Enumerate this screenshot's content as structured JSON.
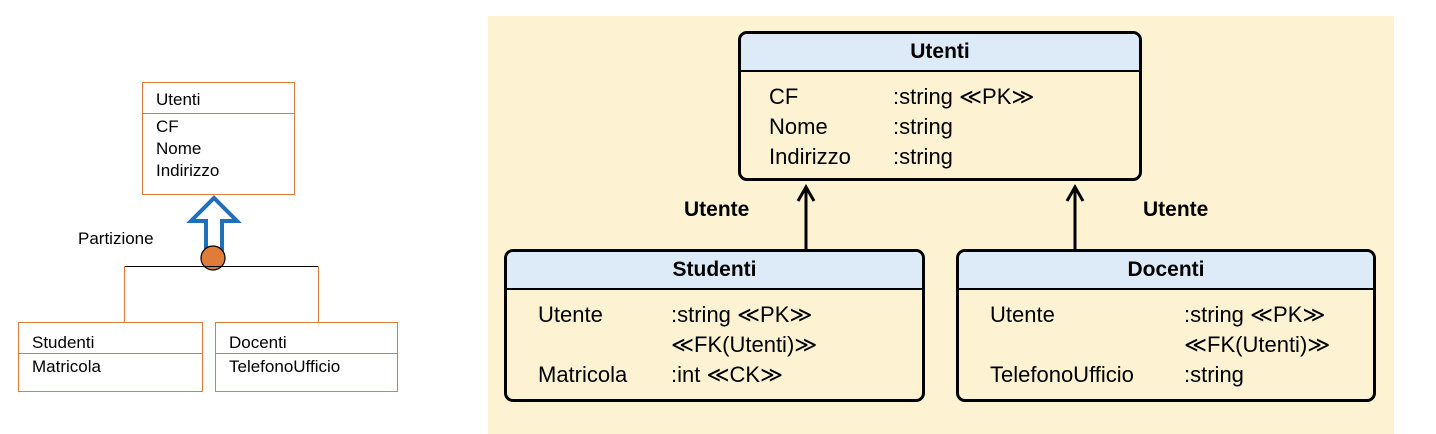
{
  "conceptual": {
    "parent": {
      "title": "Utenti",
      "attributes": [
        "CF",
        "Nome",
        "Indirizzo"
      ]
    },
    "generalization_label": "Partizione",
    "children": [
      {
        "title": "Studenti",
        "attributes": [
          "Matricola"
        ]
      },
      {
        "title": "Docenti",
        "attributes": [
          "TelefonoUfficio"
        ]
      }
    ],
    "colors": {
      "box_border": "#e07b39",
      "arrow": "#1f6fbf",
      "dot": "#e07b39"
    }
  },
  "logical": {
    "colors": {
      "panel_bg": "#fdf3d3",
      "header_bg": "#dcebf7"
    },
    "parent": {
      "title": "Utenti",
      "rows": [
        {
          "name": "CF",
          "type": ":string ≪PK≫"
        },
        {
          "name": "Nome",
          "type": ":string"
        },
        {
          "name": "Indirizzo",
          "type": ":string"
        }
      ]
    },
    "left_child": {
      "title": "Studenti",
      "role": "Utente",
      "rows": [
        {
          "name": "Utente",
          "type": ":string ≪PK≫"
        },
        {
          "name": "",
          "type": "≪FK(Utenti)≫"
        },
        {
          "name": "Matricola",
          "type": ":int ≪CK≫"
        }
      ]
    },
    "right_child": {
      "title": "Docenti",
      "role": "Utente",
      "rows": [
        {
          "name": "Utente",
          "type": ":string ≪PK≫"
        },
        {
          "name": "",
          "type": "≪FK(Utenti)≫"
        },
        {
          "name": "TelefonoUfficio",
          "type": ":string"
        }
      ]
    }
  }
}
